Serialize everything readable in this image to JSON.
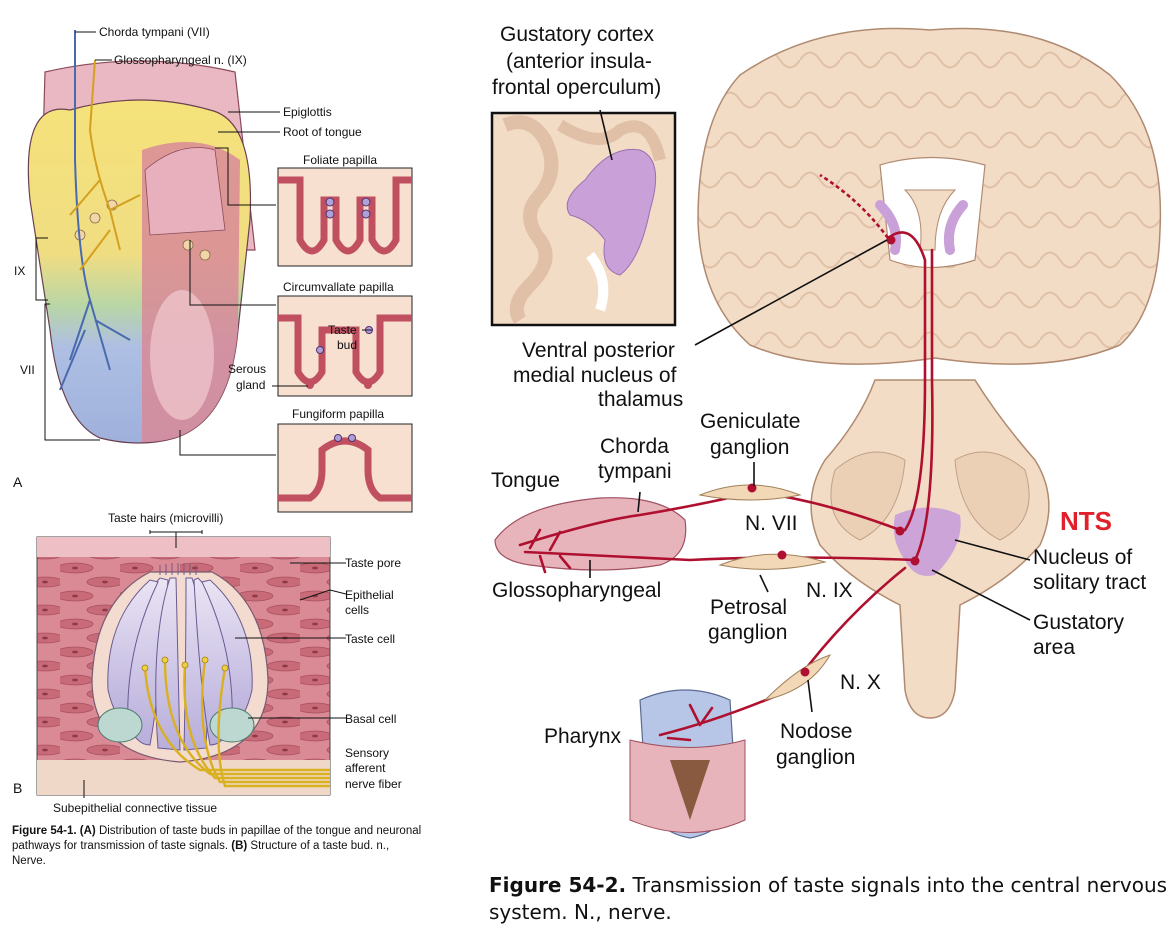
{
  "figure1": {
    "panel_a_letter": "A",
    "panel_b_letter": "B",
    "labels": {
      "chorda_tympani_vii": "Chorda tympani (VII)",
      "glossopharyngeal_ix": "Glossopharyngeal n. (IX)",
      "epiglottis": "Epiglottis",
      "root_of_tongue": "Root of tongue",
      "ix": "IX",
      "vii": "VII",
      "foliate_papilla": "Foliate papilla",
      "circumvallate_papilla": "Circumvallate papilla",
      "taste": "Taste",
      "bud": "bud",
      "serous": "Serous",
      "gland": "gland",
      "fungiform_papilla": "Fungiform papilla",
      "taste_hairs": "Taste hairs (microvilli)",
      "taste_pore": "Taste pore",
      "epithelial": "Epithelial",
      "cells": "cells",
      "taste_cell": "Taste cell",
      "basal_cell": "Basal cell",
      "sensory": "Sensory",
      "afferent": "afferent",
      "nerve_fiber": "nerve fiber",
      "subepithelial": "Subepithelial connective tissue"
    },
    "caption": {
      "number": "Figure 54-1.",
      "a_tag": "(A)",
      "a_text": "Distribution of taste buds in papillae of the tongue and neuronal pathways for transmission of taste signals.",
      "b_tag": "(B)",
      "b_text": "Structure of a taste bud. n., Nerve."
    }
  },
  "figure2": {
    "labels": {
      "gustatory_cortex_1": "Gustatory cortex",
      "gustatory_cortex_2": "(anterior insula-",
      "gustatory_cortex_3": "frontal operculum)",
      "vpm_1": "Ventral posterior",
      "vpm_2": "medial nucleus of",
      "vpm_3": "thalamus",
      "geniculate_1": "Geniculate",
      "geniculate_2": "ganglion",
      "chorda_1": "Chorda",
      "chorda_2": "tympani",
      "tongue": "Tongue",
      "n_vii": "N. VII",
      "nts": "NTS",
      "nucleus_1": "Nucleus of",
      "nucleus_2": "solitary tract",
      "glossopharyngeal": "Glossopharyngeal",
      "n_ix": "N. IX",
      "petrosal_1": "Petrosal",
      "petrosal_2": "ganglion",
      "gustatory_area_1": "Gustatory",
      "gustatory_area_2": "area",
      "n_x": "N. X",
      "pharynx": "Pharynx",
      "nodose_1": "Nodose",
      "nodose_2": "ganglion"
    },
    "caption": {
      "number": "Figure 54-2.",
      "text": "Transmission of taste signals into the central nervous system. N., nerve."
    }
  },
  "colors": {
    "nerve": "#b01030",
    "nts_label": "#e0202a",
    "gustatory_area": "#c9a0d8",
    "tongue_pink": "#e8b4bc",
    "brain_tan": "#f3dcc6"
  }
}
